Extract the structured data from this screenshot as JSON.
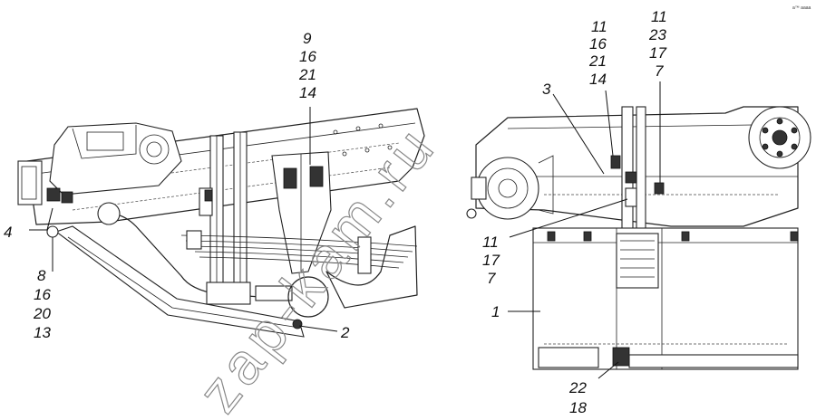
{
  "watermark": "zap-kam.ru",
  "corner_mark": "a™ aaaa",
  "callouts_left": [
    {
      "id": "c4",
      "lines": [
        "4"
      ]
    },
    {
      "id": "c8",
      "lines": [
        "8",
        "16",
        "20",
        "13"
      ]
    },
    {
      "id": "c9",
      "lines": [
        "9",
        "16",
        "21",
        "14"
      ]
    },
    {
      "id": "c2",
      "lines": [
        "2"
      ]
    }
  ],
  "callouts_right": [
    {
      "id": "c11a",
      "lines": [
        "11",
        "16",
        "21",
        "14"
      ]
    },
    {
      "id": "c11b",
      "lines": [
        "11",
        "23",
        "17",
        "7"
      ]
    },
    {
      "id": "c3",
      "lines": [
        "3"
      ]
    },
    {
      "id": "c11c",
      "lines": [
        "11",
        "17",
        "7"
      ]
    },
    {
      "id": "c1",
      "lines": [
        "1"
      ]
    },
    {
      "id": "c22",
      "lines": [
        "22",
        "18"
      ]
    }
  ]
}
